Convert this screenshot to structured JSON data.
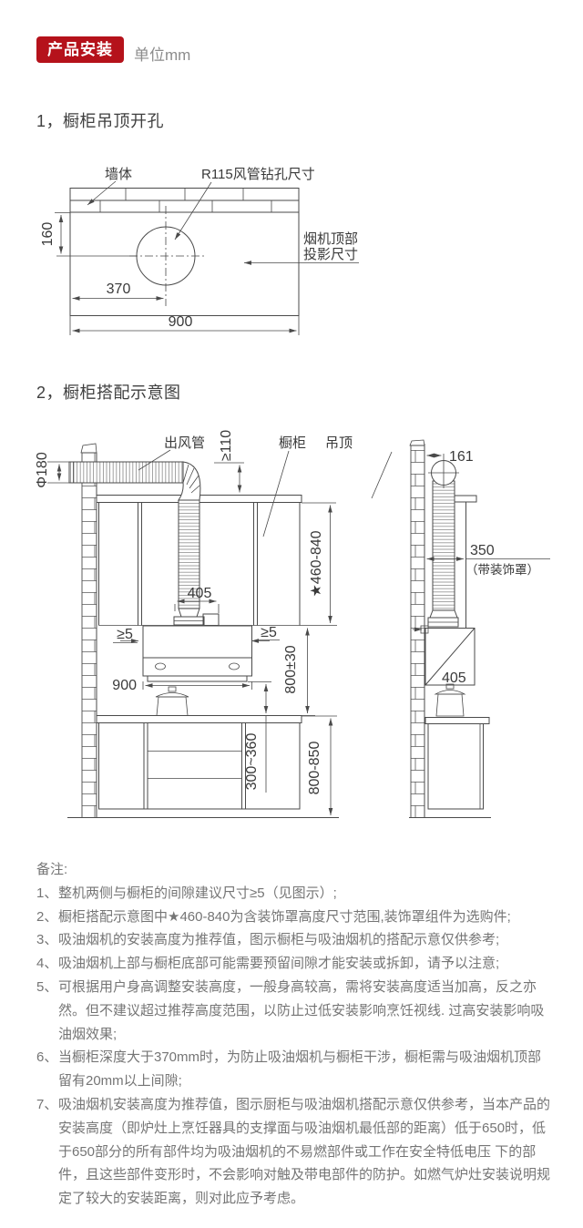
{
  "header": {
    "badge": "产品安装",
    "unit": "单位mm",
    "section1_title": "1，橱柜吊顶开孔",
    "section2_title": "2，橱柜搭配示意图"
  },
  "colors": {
    "badge_red": "#b5121b",
    "line": "#4a4a4a",
    "note_gray": "#757575"
  },
  "d1": {
    "wall": "墙体",
    "hole": "R115风管钻孔尺寸",
    "proj1": "烟机顶部",
    "proj2": "投影尺寸",
    "dim160": "160",
    "dim370": "370",
    "dim900": "900"
  },
  "d2": {
    "duct": "出风管",
    "cabinet": "橱柜",
    "ceiling": "吊顶",
    "phi": "Φ180",
    "ge110": "≥110",
    "range": "★460-840",
    "dim405": "405",
    "ge5l": "≥5",
    "ge5r": "≥5",
    "dim900": "900",
    "h800": "800±30",
    "h300": "300~360",
    "h850": "800-850",
    "dim161": "161",
    "dim350": "350",
    "cover": "（带装饰罩）",
    "depth405": "405"
  },
  "notes": {
    "title": "备注:",
    "items": [
      {
        "num": "1、",
        "text": "整机两侧与橱柜的间隙建议尺寸≥5（见图示）;"
      },
      {
        "num": "2、",
        "text": "橱柜搭配示意图中★460-840为含装饰罩高度尺寸范围,装饰罩组件为选购件;"
      },
      {
        "num": "3、",
        "text": "吸油烟机的安装高度为推荐值，图示橱柜与吸油烟机的搭配示意仅供参考;"
      },
      {
        "num": "4、",
        "text": "吸油烟机上部与橱柜底部可能需要预留间隙才能安装或拆卸，请予以注意;"
      },
      {
        "num": "5、",
        "text": "可根据用户身高调整安装高度，一般身高较高，需将安装高度适当加高，反之亦然。但不建议超过推荐高度范围，以防止过低安装影响烹饪视线. 过高安装影响吸油烟效果;"
      },
      {
        "num": "6、",
        "text": "当橱柜深度大于370mm时，为防止吸油烟机与橱柜干涉，橱柜需与吸油烟机顶部留有20mm以上间隙;"
      },
      {
        "num": "7、",
        "text": "吸油烟机安装高度为推荐值，图示厨柜与吸油烟机搭配示意仅供参考，当本产品的安装高度（即炉灶上烹饪器具的支撑面与吸油烟机最低部的距离）低于650时，低于650部分的所有部件均为吸油烟机的不易燃部件或工作在安全特低电压 下的部件，且这些部件变形时，不会影响对触及带电部件的防护。如燃气炉灶安装说明规定了较大的安装距离，则对此应予考虑。"
      }
    ]
  }
}
